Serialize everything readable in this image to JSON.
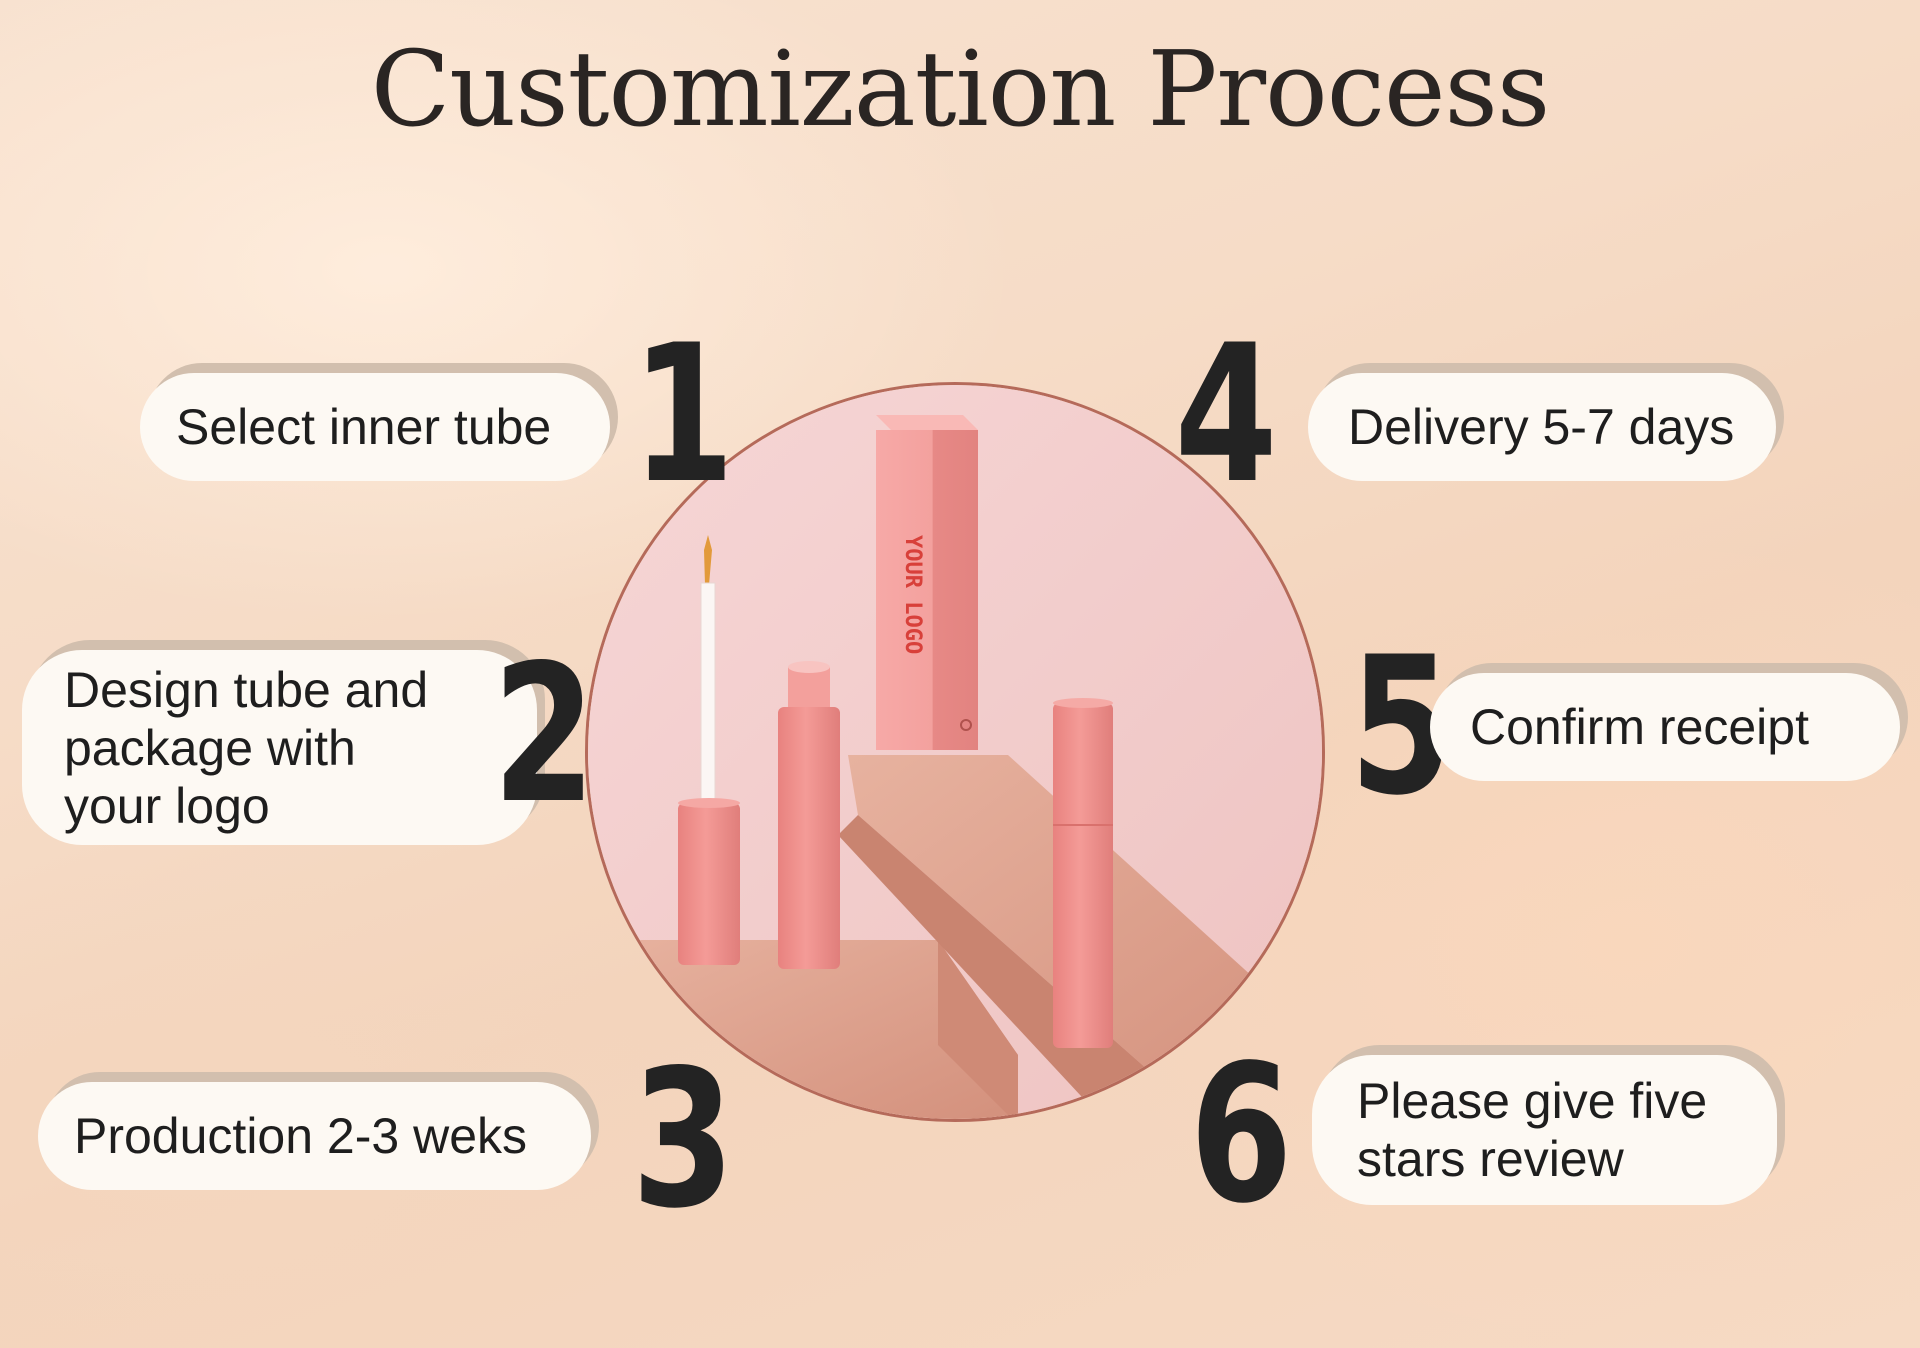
{
  "title": "Customization Process",
  "steps": [
    {
      "number": "1",
      "label": "Select inner tube"
    },
    {
      "number": "2",
      "label": "Design tube and package with your logo"
    },
    {
      "number": "3",
      "label": "Production 2-3 weks"
    },
    {
      "number": "4",
      "label": "Delivery 5-7 days"
    },
    {
      "number": "5",
      "label": "Confirm receipt"
    },
    {
      "number": "6",
      "label": "Please give five stars review"
    }
  ],
  "product_image": {
    "box_text": "YOUR LOGO"
  },
  "colors": {
    "product_pink": "#ee8f8d",
    "circle_border": "#b56a5a",
    "number_color": "#232323",
    "pill_bg": "#fdf9f3"
  }
}
